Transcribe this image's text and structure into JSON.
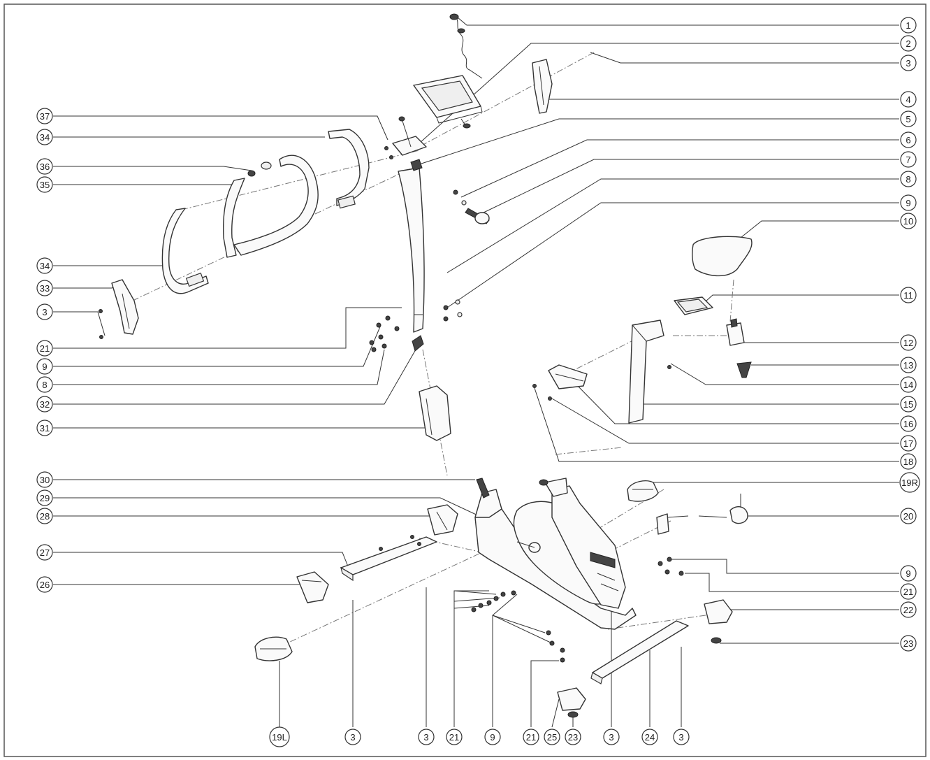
{
  "labels": {
    "c1": "1",
    "c2": "2",
    "c3": "3",
    "c4": "4",
    "c5": "5",
    "c6": "6",
    "c7": "7",
    "c8": "8",
    "c9": "9",
    "c10": "10",
    "c11": "11",
    "c12": "12",
    "c13": "13",
    "c14": "14",
    "c15": "15",
    "c16": "16",
    "c17": "17",
    "c18": "18",
    "c19r": "19R",
    "c20": "20",
    "c9b": "9",
    "c21": "21",
    "c22": "22",
    "c23": "23",
    "l37": "37",
    "l34a": "34",
    "l36": "36",
    "l35": "35",
    "l34b": "34",
    "l33": "33",
    "l3": "3",
    "l21": "21",
    "l9": "9",
    "l8": "8",
    "l32": "32",
    "l31": "31",
    "l30": "30",
    "l29": "29",
    "l28": "28",
    "l27": "27",
    "l26": "26",
    "b19l": "19L",
    "b3a": "3",
    "b3b": "3",
    "b21a": "21",
    "b9": "9",
    "b21b": "21",
    "b25": "25",
    "b23": "23",
    "b3c": "3",
    "b24": "24",
    "b3d": "3"
  }
}
